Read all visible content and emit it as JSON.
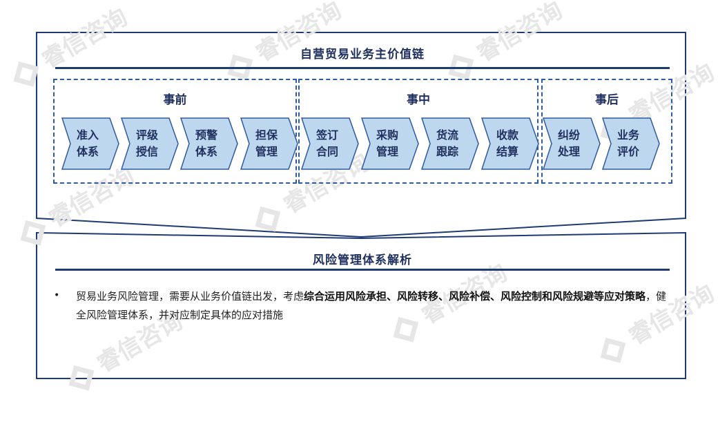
{
  "value_chain": {
    "title": "自营贸易业务主价值链",
    "groups": [
      {
        "label": "事前",
        "steps": [
          [
            "准入",
            "体系"
          ],
          [
            "评级",
            "授信"
          ],
          [
            "预警",
            "体系"
          ],
          [
            "担保",
            "管理"
          ]
        ]
      },
      {
        "label": "事中",
        "steps": [
          [
            "签订",
            "合同"
          ],
          [
            "采购",
            "管理"
          ],
          [
            "货流",
            "跟踪"
          ],
          [
            "收款",
            "结算"
          ]
        ]
      },
      {
        "label": "事后",
        "steps": [
          [
            "纠纷",
            "处理"
          ],
          [
            "业务",
            "评价"
          ]
        ]
      }
    ]
  },
  "analysis": {
    "title": "风险管理体系解析",
    "bullet": "•",
    "text_before": "贸易业务风险管理，需要从业务价值链出发，考虑",
    "text_bold": "综合运用风险承担、风险转移、风险补偿、风险控制和风险规避等应对策略",
    "text_after": "，健全风险管理体系，并对应制定具体的应对措施"
  },
  "watermark": {
    "text": "睿信咨询"
  },
  "colors": {
    "navy": "#1f3b73",
    "step_fill": "#bdd7ee",
    "step_border": "#2e5a9e"
  }
}
